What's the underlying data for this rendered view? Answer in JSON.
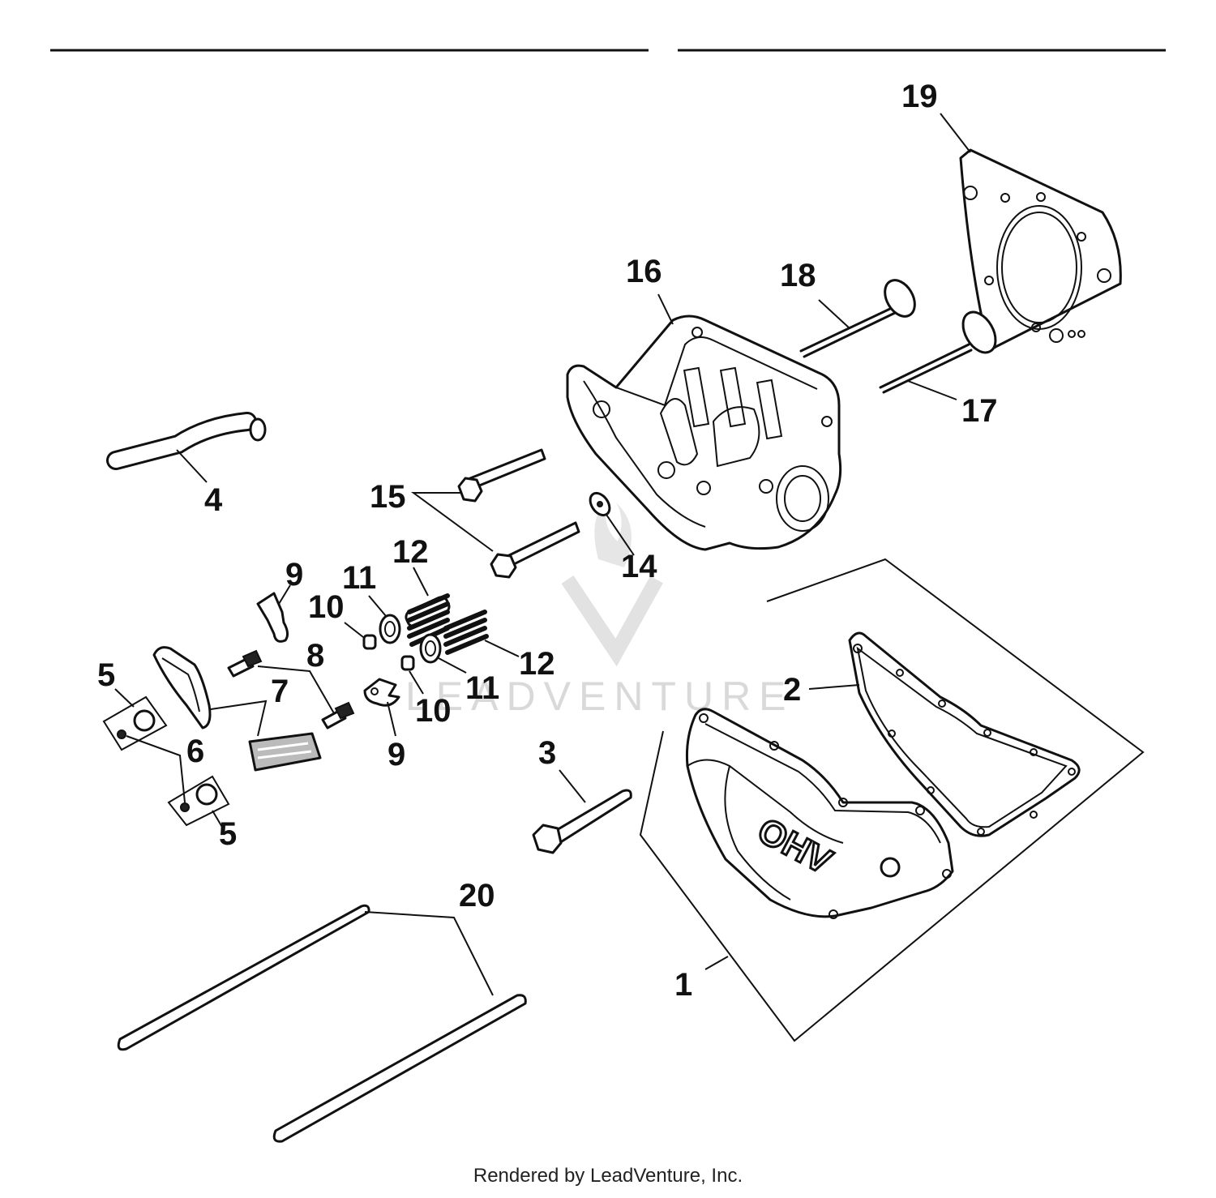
{
  "diagram": {
    "callouts": {
      "c1": "1",
      "c2": "2",
      "c3": "3",
      "c4": "4",
      "c5a": "5",
      "c5b": "5",
      "c6": "6",
      "c7": "7",
      "c8": "8",
      "c9a": "9",
      "c9b": "9",
      "c10a": "10",
      "c10b": "10",
      "c11a": "11",
      "c11b": "11",
      "c12a": "12",
      "c12b": "12",
      "c14": "14",
      "c15": "15",
      "c16": "16",
      "c17": "17",
      "c18": "18",
      "c19": "19",
      "c20": "20"
    },
    "ohv_text": "OHV",
    "watermark": "LEADVENTURE",
    "footer": "Rendered by LeadVenture, Inc."
  }
}
